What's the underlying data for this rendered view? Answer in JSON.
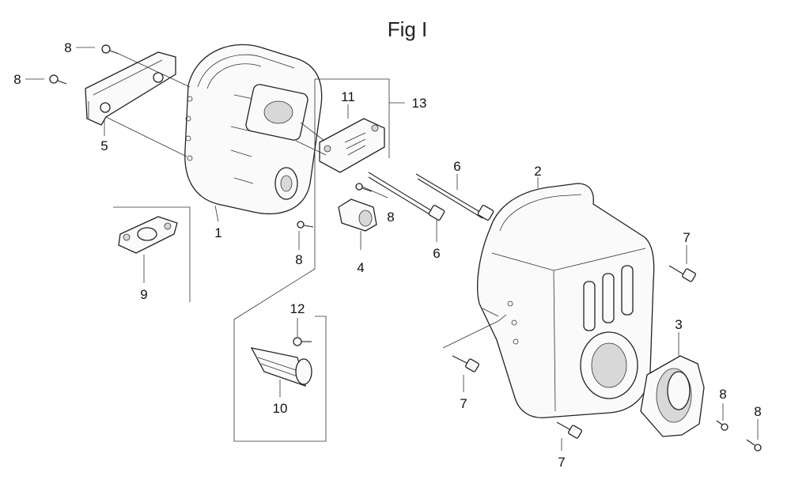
{
  "figure": {
    "title": "Fig I"
  },
  "callouts": {
    "c1": "1",
    "c2": "2",
    "c3": "3",
    "c4": "4",
    "c5": "5",
    "c6a": "6",
    "c6b": "6",
    "c7a": "7",
    "c7b": "7",
    "c7c": "7",
    "c8a": "8",
    "c8b": "8",
    "c8c": "8",
    "c8d": "8",
    "c8e": "8",
    "c8f": "8",
    "c9": "9",
    "c10": "10",
    "c11": "11",
    "c12": "12",
    "c13": "13"
  }
}
